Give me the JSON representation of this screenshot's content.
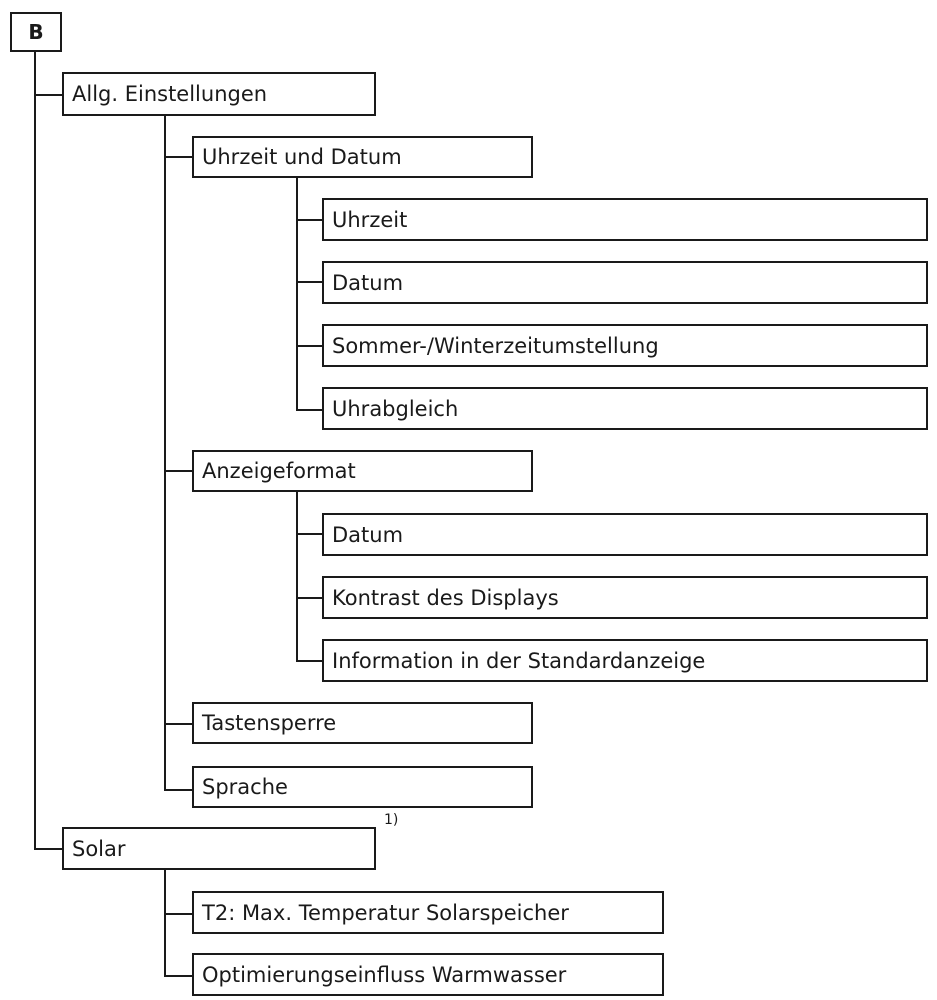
{
  "root": {
    "label": "B"
  },
  "menu": {
    "general": {
      "label": "Allg. Einstellungen",
      "time_date": {
        "label": "Uhrzeit und Datum",
        "items": [
          "Uhrzeit",
          "Datum",
          "Sommer-/Winterzeitumstellung",
          "Uhrabgleich"
        ]
      },
      "display_format": {
        "label": "Anzeigeformat",
        "items": [
          "Datum",
          "Kontrast des Displays",
          "Information in der Standardanzeige"
        ]
      },
      "key_lock": {
        "label": "Tastensperre"
      },
      "language": {
        "label": "Sprache"
      }
    },
    "solar": {
      "label": "Solar",
      "footnote": "1)",
      "items": [
        "T2: Max. Temperatur Solarspeicher",
        "Optimierungseinfluss Warmwasser"
      ]
    }
  }
}
